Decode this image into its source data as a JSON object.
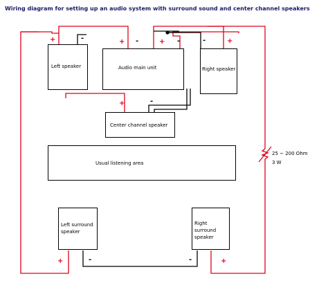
{
  "title": "Wiring diagram for setting up an audio system with surround sound and center channel speakers",
  "boxes": {
    "left_speaker": "Left speaker",
    "main_unit": "Audio main unit",
    "right_speaker": "Right speaker",
    "center_speaker": "Center channel speaker",
    "listening_area": "Usual listening area",
    "left_surround": "Left surround speaker",
    "right_surround": "Right surround speaker"
  },
  "signs": {
    "plus": "+",
    "minus": "-"
  },
  "resistor": {
    "range": "25 ~ 200 Ohm",
    "power": "3 W"
  },
  "colors": {
    "positive_wire": "#e0001b",
    "negative_wire": "#000000",
    "title_text": "#1a1a66"
  }
}
